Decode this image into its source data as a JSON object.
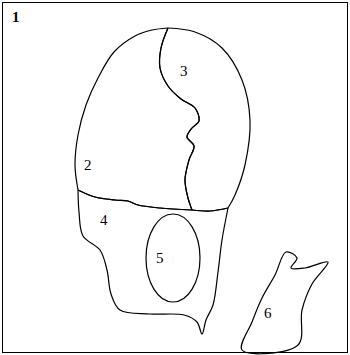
{
  "diagram": {
    "nodes": [
      {
        "text": [
          "1"
        ]
      },
      {
        "text": [
          "2"
        ],
        "in": 0
      },
      {
        "text": [
          "3"
        ],
        "in": 0
      },
      {
        "text": [
          "4"
        ],
        "in": 0
      },
      {
        "text": [
          "5"
        ],
        "in": 3
      },
      {
        "text": [
          "6"
        ],
        "in": 0
      }
    ]
  }
}
